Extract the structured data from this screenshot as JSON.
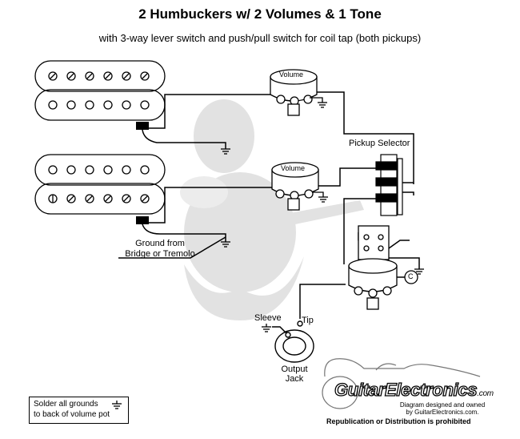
{
  "title": "2 Humbuckers w/ 2 Volumes & 1 Tone",
  "subtitle": "with 3-way lever switch and push/pull switch for coil tap (both pickups)",
  "labels": {
    "volume_top": "Volume",
    "volume_bottom": "Volume",
    "pickup_selector": "Pickup Selector",
    "ground_from": "Ground from",
    "bridge_tremolo": "Bridge or Tremolo",
    "sleeve": "Sleeve",
    "tip": "Tip",
    "output": "Output",
    "jack": "Jack",
    "tone_cap": "C"
  },
  "note": "Solder all grounds\nto back of volume pot",
  "logo": {
    "name": "GuitarElectronics",
    "suffix": ".com",
    "designed_line1": "Diagram designed and owned",
    "designed_line2": "by GuitarElectronics.com.",
    "republication": "Republication or Distribution is prohibited"
  },
  "colors": {
    "wire": "#000000",
    "background": "#ffffff",
    "watermark": "#d9d9d9"
  }
}
